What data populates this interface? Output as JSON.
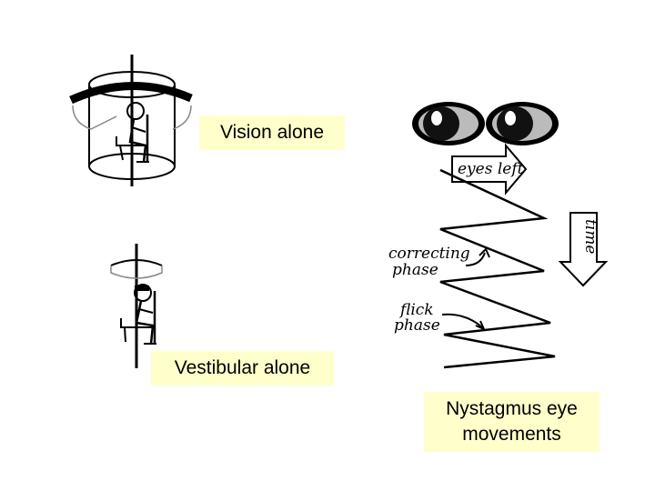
{
  "labels": {
    "vision_alone": "Vision alone",
    "vestibular_alone": "Vestibular alone",
    "nystagmus_line1": "Nystagmus eye",
    "nystagmus_line2": "movements"
  },
  "annotations": {
    "eyes_left": "eyes left",
    "time": "time",
    "correcting_line1": "correcting",
    "correcting_line2": "phase",
    "flick_line1": "flick",
    "flick_line2": "phase"
  },
  "colors": {
    "label_background": "#ffffcc",
    "ink": "#000000"
  }
}
